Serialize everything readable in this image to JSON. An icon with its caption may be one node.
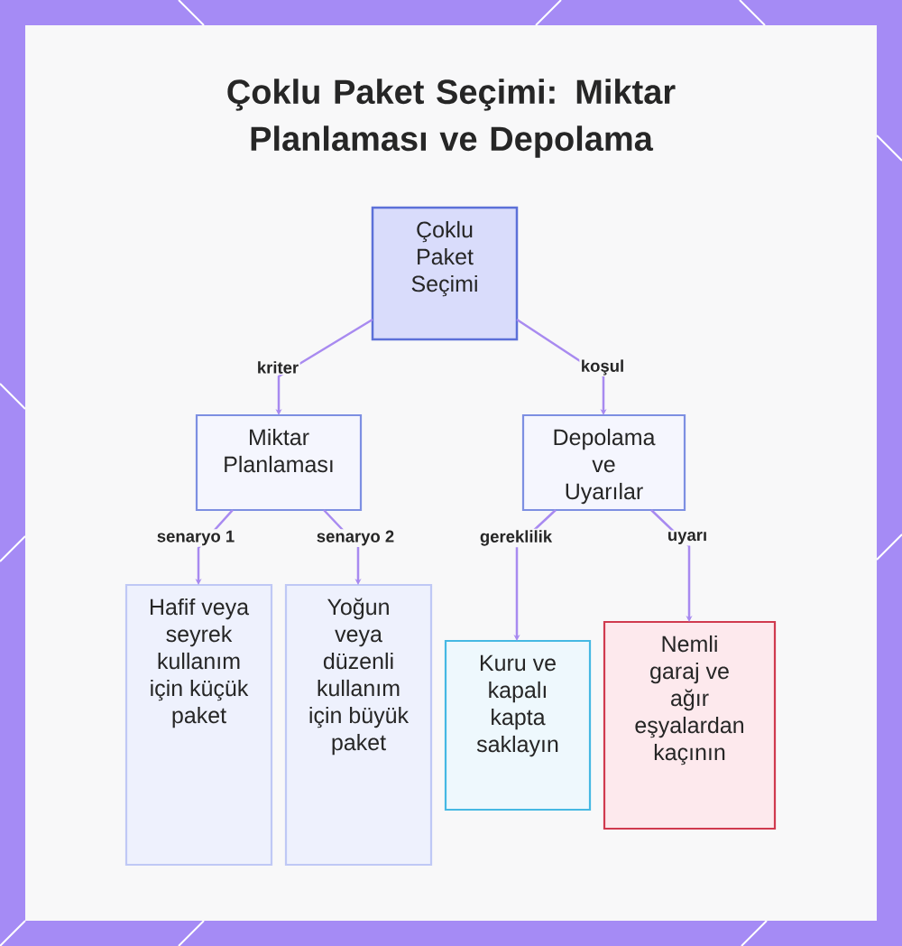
{
  "diagram": {
    "title": "Çoklu Paket Seçimi: Miktar Planlaması ve Depolama",
    "nodes": [
      {
        "text": [
          "Çoklu Paket Seçimi"
        ]
      },
      {
        "text": [
          "Miktar Planlaması"
        ]
      },
      {
        "text": [
          "Depolama ve Uyarılar"
        ]
      },
      {
        "text": [
          "Hafif veya seyrek kullanım için küçük paket"
        ]
      },
      {
        "text": [
          "Yoğun veya düzenli kullanım için büyük paket"
        ]
      },
      {
        "text": [
          "Kuru ve kapalı kapta saklayın"
        ]
      },
      {
        "text": [
          "Nemli garaj ve ağır eşyalardan kaçının"
        ]
      }
    ],
    "edges": [
      {
        "from": 0,
        "to": 1,
        "arrow": "to",
        "label": "kriter"
      },
      {
        "from": 0,
        "to": 2,
        "arrow": "to",
        "label": "koşul"
      },
      {
        "from": 1,
        "to": 3,
        "arrow": "to",
        "label": "senaryo 1"
      },
      {
        "from": 1,
        "to": 4,
        "arrow": "to",
        "label": "senaryo 2"
      },
      {
        "from": 2,
        "to": 5,
        "arrow": "to",
        "label": "gereklilik"
      },
      {
        "from": 2,
        "to": 6,
        "arrow": "to",
        "label": "uyarı"
      }
    ]
  }
}
